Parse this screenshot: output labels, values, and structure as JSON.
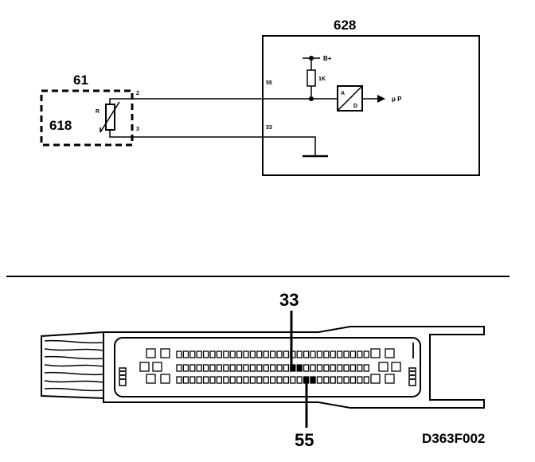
{
  "ecu": {
    "number": "628",
    "pin_55": "55",
    "pin_33": "33",
    "supply_label": "B+",
    "resistor_label": "1K",
    "adc_a": "A",
    "adc_d": "D",
    "output_label": "μ P"
  },
  "sensor": {
    "number": "61",
    "component": "618",
    "resistor_symbol": "R",
    "pin_2": "2",
    "pin_3": "3"
  },
  "connector": {
    "callout_top": "33",
    "callout_bottom": "55"
  },
  "figure_code": "D363F002",
  "colors": {
    "line": "#000000",
    "background": "#ffffff"
  }
}
